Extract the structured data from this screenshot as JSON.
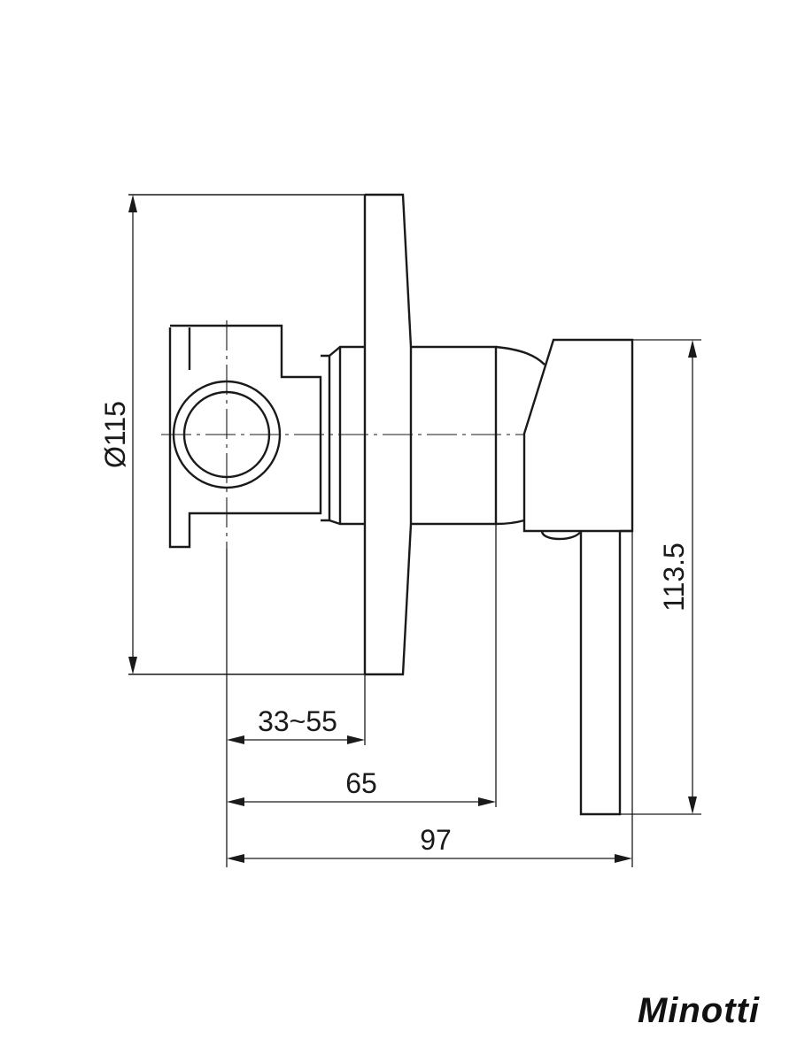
{
  "dimensions": {
    "diameter": "Ø115",
    "wall_depth": "33~55",
    "depth_body": "65",
    "depth_total": "97",
    "handle_height": "113.5"
  },
  "brand": "Minotti",
  "colors": {
    "line": "#1a1a1a",
    "background": "#ffffff"
  }
}
